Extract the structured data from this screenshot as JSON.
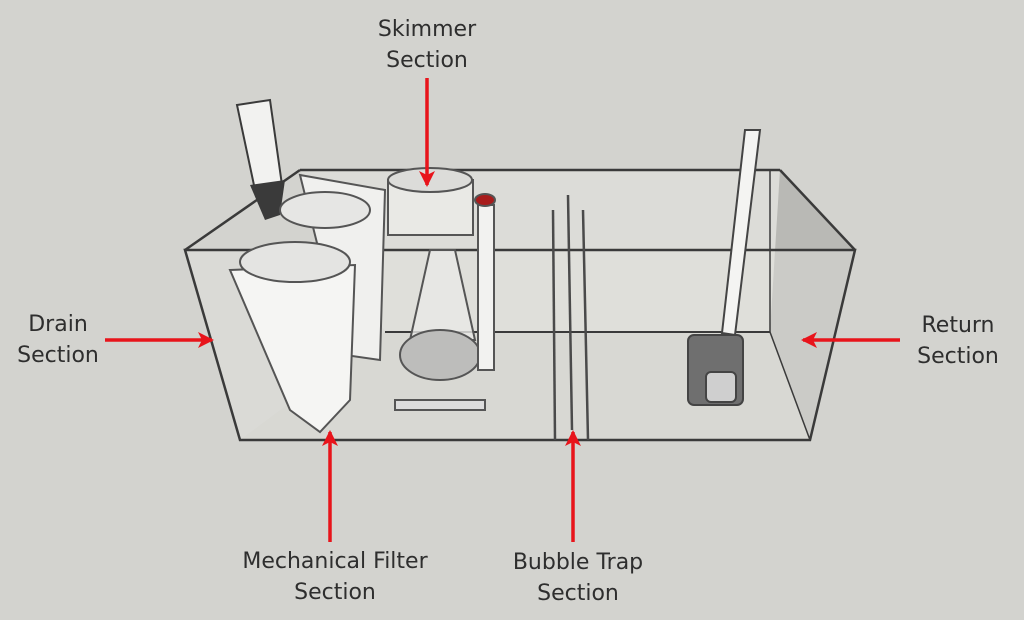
{
  "labels": {
    "skimmer": [
      "Skimmer",
      "Section"
    ],
    "drain": [
      "Drain",
      "Section"
    ],
    "return": [
      "Return",
      "Section"
    ],
    "mechanical": [
      "Mechanical Filter",
      "Section"
    ],
    "bubble": [
      "Bubble Trap",
      "Section"
    ]
  },
  "colors": {
    "arrow": "#e8141b",
    "background": "#d3d3cf",
    "outline": "#3a3a3a"
  }
}
